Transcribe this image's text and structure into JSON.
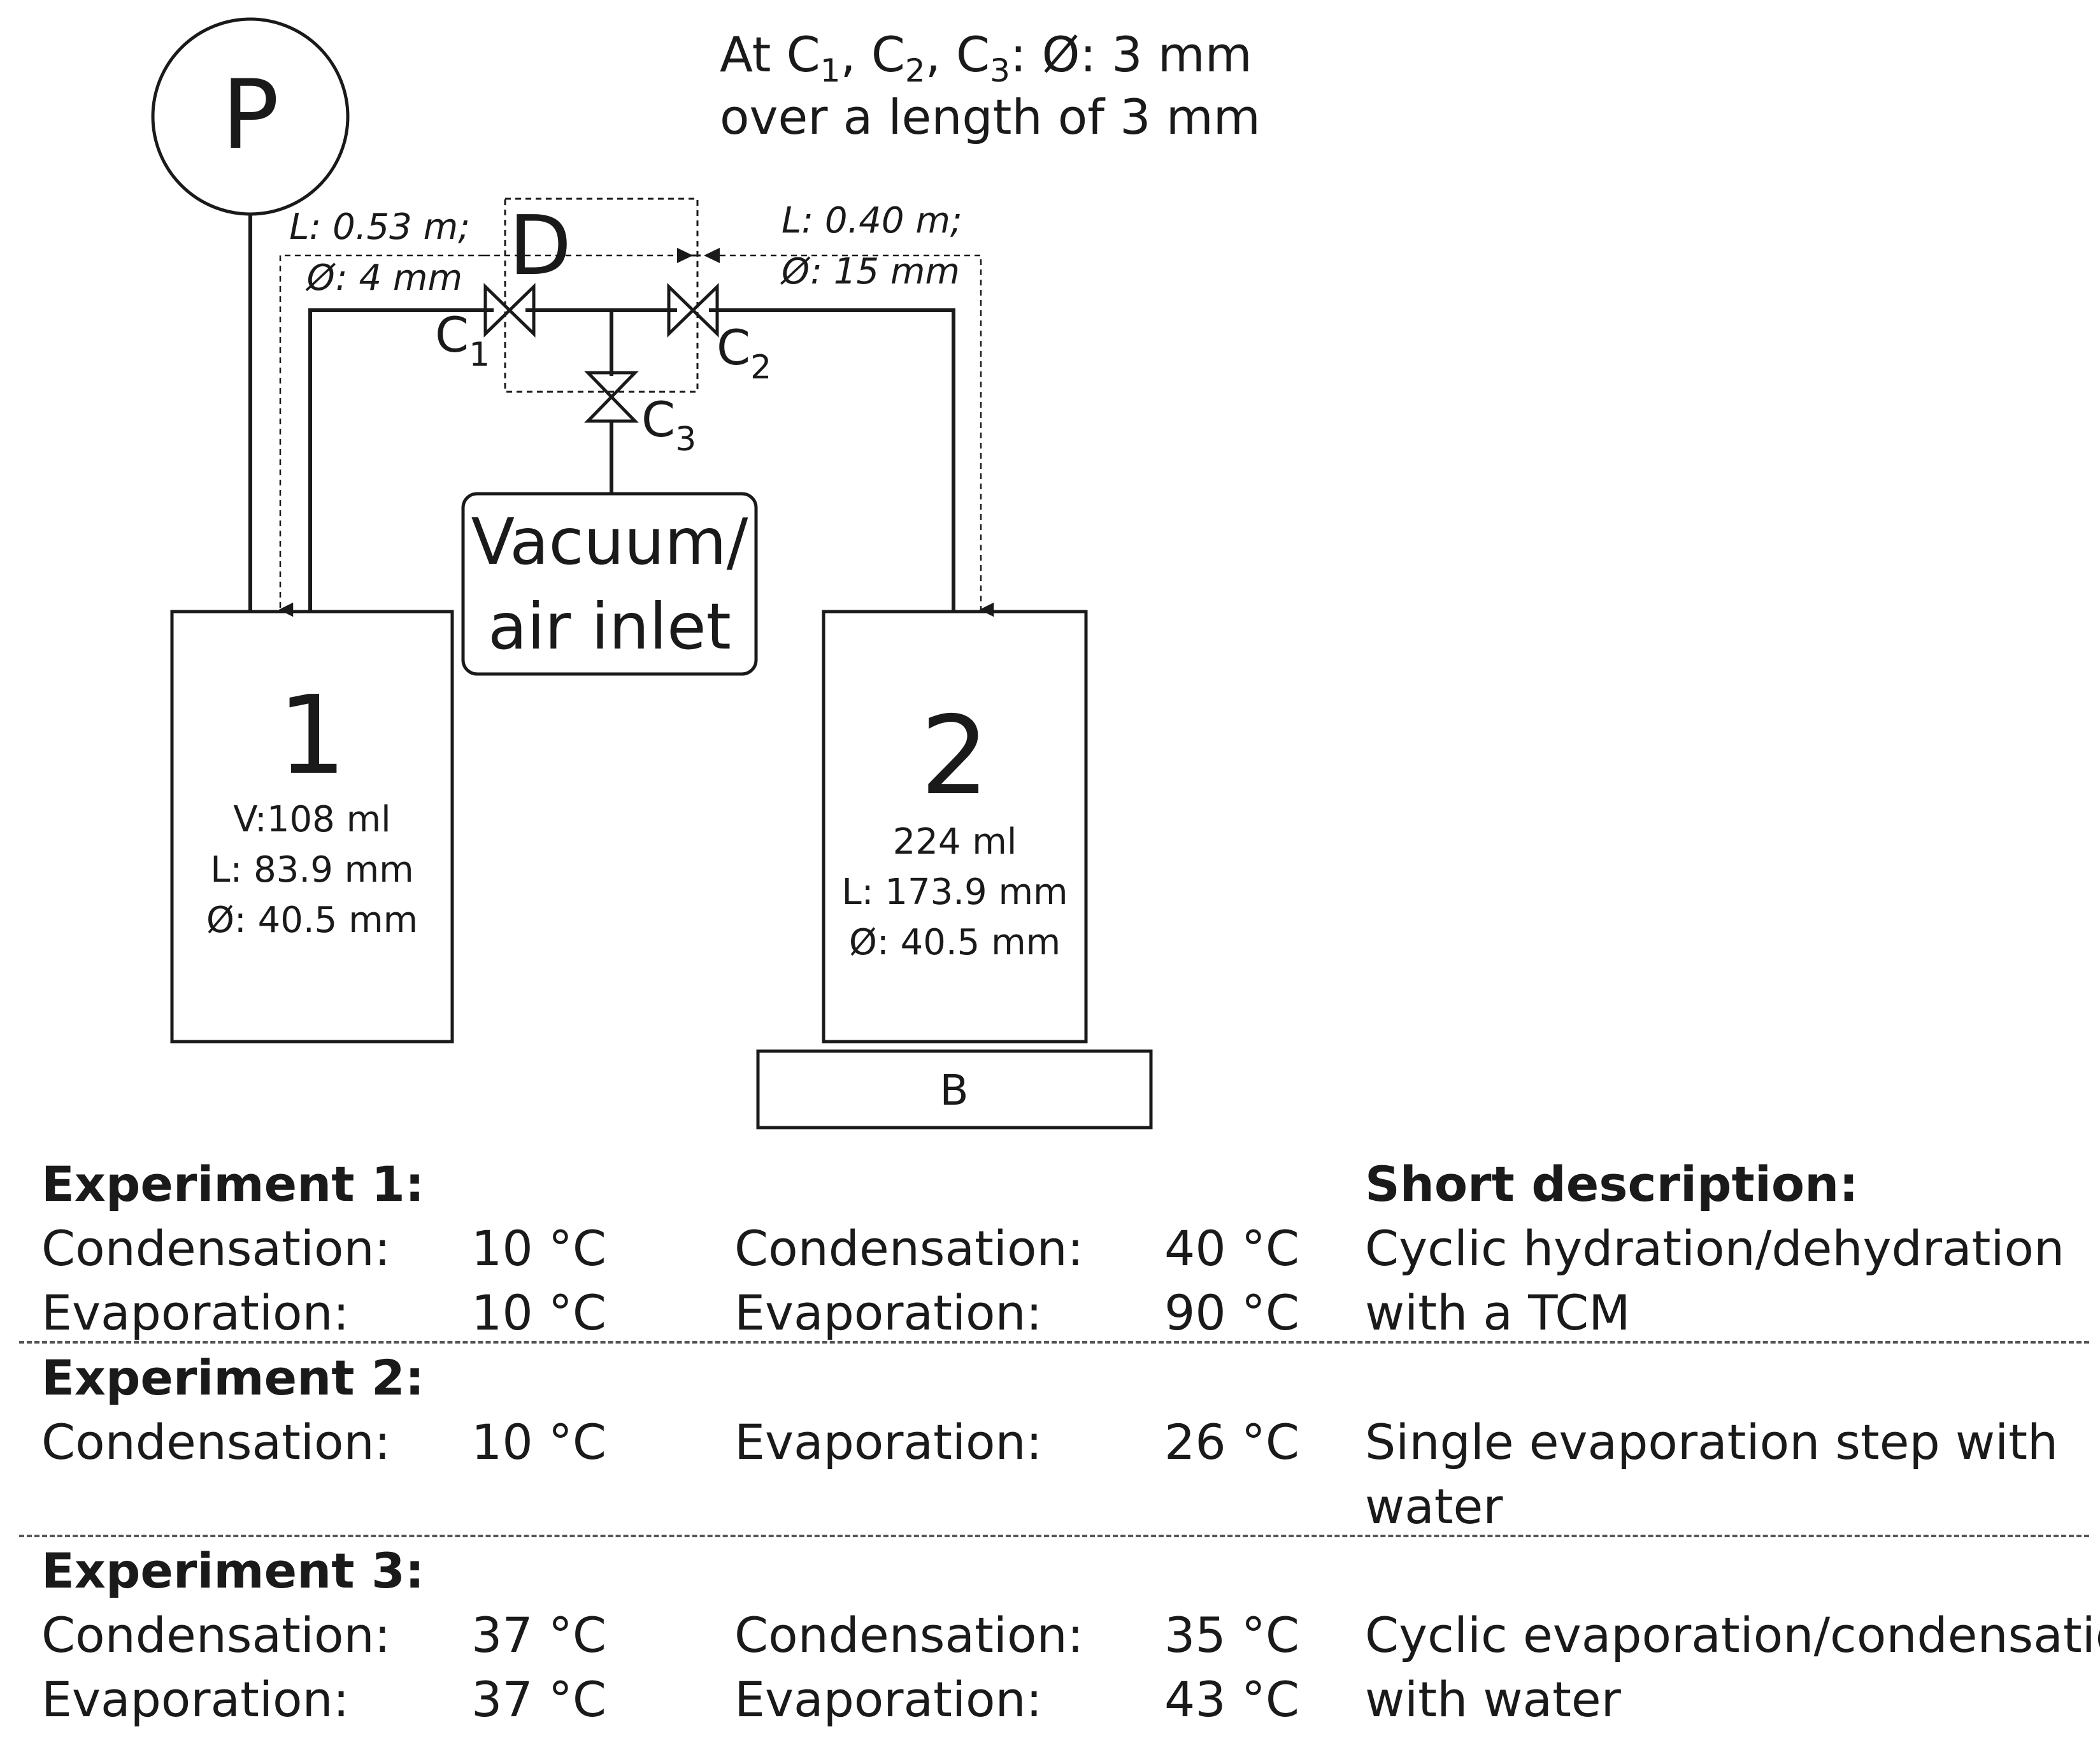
{
  "diagram": {
    "pressure_gauge": "P",
    "valve_section_label": "D",
    "valves": {
      "c1": {
        "letter": "C",
        "index": "1"
      },
      "c2": {
        "letter": "C",
        "index": "2"
      },
      "c3": {
        "letter": "C",
        "index": "3"
      }
    },
    "orifice_note": {
      "line1_prefix": "At C",
      "sub1": "1",
      "sep1": ", C",
      "sub2": "2",
      "sep2": ", C",
      "sub3": "3",
      "line1_suffix": ": Ø: 3 mm",
      "line2": "over a length of 3 mm"
    },
    "tube_left": {
      "length": "L: 0.53 m;",
      "diameter": "Ø: 4 mm"
    },
    "tube_right": {
      "length": "L: 0.40 m;",
      "diameter": "Ø: 15 mm"
    },
    "inlet_box": {
      "line1": "Vacuum/",
      "line2": "air inlet"
    },
    "vessel1": {
      "number": "1",
      "volume": "V:108 ml",
      "length": "L: 83.9 mm",
      "diameter": "Ø: 40.5 mm"
    },
    "vessel2": {
      "number": "2",
      "volume": "224 ml",
      "length": "L: 173.9 mm",
      "diameter": "Ø: 40.5 mm"
    },
    "bath_label": "B"
  },
  "experiments": {
    "description_header": "Short description:",
    "rows": [
      {
        "title": "Experiment 1:",
        "vessel1_lines": [
          {
            "label": "Condensation:",
            "value": "10 °C"
          },
          {
            "label": "Evaporation:",
            "value": "10 °C"
          }
        ],
        "vessel2_lines": [
          {
            "label": "Condensation:",
            "value": "40 °C"
          },
          {
            "label": "Evaporation:",
            "value": "90 °C"
          }
        ],
        "description": [
          "Cyclic hydration/dehydration",
          "with a TCM"
        ]
      },
      {
        "title": "Experiment 2:",
        "vessel1_lines": [
          {
            "label": "Condensation:",
            "value": "10 °C"
          }
        ],
        "vessel2_lines": [
          {
            "label": "Evaporation:",
            "value": "26 °C"
          }
        ],
        "description": [
          "Single evaporation step with",
          "water"
        ]
      },
      {
        "title": "Experiment 3:",
        "vessel1_lines": [
          {
            "label": "Condensation:",
            "value": "37 °C"
          },
          {
            "label": "Evaporation:",
            "value": "37 °C"
          }
        ],
        "vessel2_lines": [
          {
            "label": "Condensation:",
            "value": "35 °C"
          },
          {
            "label": "Evaporation:",
            "value": "43 °C"
          }
        ],
        "description": [
          "Cyclic evaporation/condensation",
          "with water"
        ]
      }
    ]
  },
  "colors": {
    "ink": "#1a1a1a",
    "dashed": "#555555",
    "background": "#ffffff"
  }
}
